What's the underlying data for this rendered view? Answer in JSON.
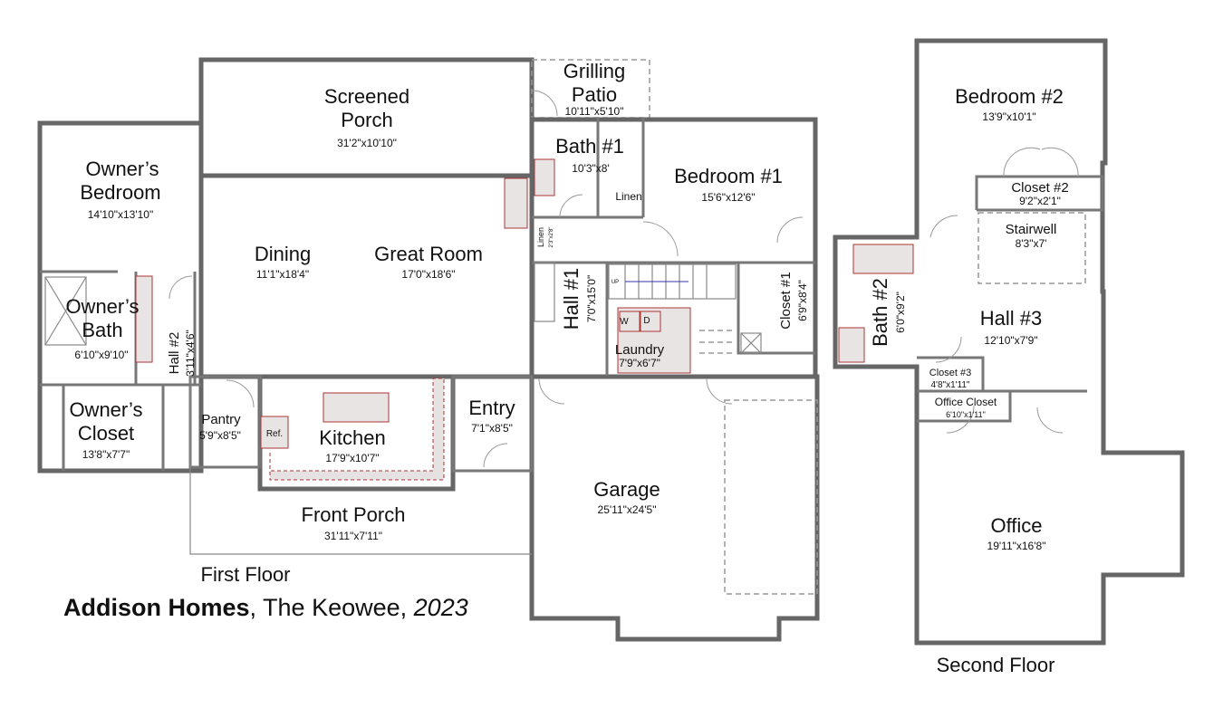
{
  "first_floor": {
    "caption": "First Floor",
    "rooms": {
      "screened_porch": {
        "name_line1": "Screened",
        "name_line2": "Porch",
        "dims": "31'2\"x10'10\""
      },
      "grilling_patio": {
        "name_line1": "Grilling",
        "name_line2": "Patio",
        "dims": "10'11\"x5'10\""
      },
      "owners_bedroom": {
        "name_line1": "Owner’s",
        "name_line2": "Bedroom",
        "dims": "14'10\"x13'10\""
      },
      "dining": {
        "name": "Dining",
        "dims": "11'1\"x18'4\""
      },
      "great_room": {
        "name": "Great Room",
        "dims": "17'0\"x18'6\""
      },
      "owners_bath": {
        "name_line1": "Owner’s",
        "name_line2": "Bath",
        "dims": "6'10\"x9'10\""
      },
      "hall_2": {
        "name": "Hall #2",
        "dims": "3'11\"x4'6\""
      },
      "owners_closet": {
        "name_line1": "Owner’s",
        "name_line2": "Closet",
        "dims": "13'8\"x7'7\""
      },
      "pantry": {
        "name": "Pantry",
        "dims": "5'9\"x8'5\""
      },
      "refrigerator": {
        "label": "Ref."
      },
      "kitchen": {
        "name": "Kitchen",
        "dims": "17'9\"x10'7\""
      },
      "entry": {
        "name": "Entry",
        "dims": "7'1\"x8'5\""
      },
      "front_porch": {
        "name": "Front Porch",
        "dims": "31'11\"x7'11\""
      },
      "bath_1": {
        "name": "Bath #1",
        "dims": "10'3\"x8'"
      },
      "linen_a": {
        "name": "Linen"
      },
      "linen_b": {
        "name": "Linen",
        "dims": "2'3\"x2'8\""
      },
      "bedroom_1": {
        "name": "Bedroom #1",
        "dims": "15'6\"x12'6\""
      },
      "hall_1": {
        "name": "Hall #1",
        "dims": "7'0\"x15'0\""
      },
      "stairs": {
        "label": "UP"
      },
      "laundry": {
        "name": "Laundry",
        "dims": "7'9\"x6'7\"",
        "washer": "W",
        "dryer": "D"
      },
      "closet_1": {
        "name": "Closet #1",
        "dims": "6'9\"x8'4\""
      },
      "garage": {
        "name": "Garage",
        "dims": "25'11\"x24'5\""
      }
    }
  },
  "second_floor": {
    "caption": "Second Floor",
    "rooms": {
      "bedroom_2": {
        "name": "Bedroom #2",
        "dims": "13'9\"x10'1\""
      },
      "closet_2": {
        "name": "Closet #2",
        "dims": "9'2\"x2'1\""
      },
      "stairwell": {
        "name": "Stairwell",
        "dims": "8'3\"x7'"
      },
      "bath_2": {
        "name": "Bath #2",
        "dims": "6'0\"x9'2\""
      },
      "hall_3": {
        "name": "Hall #3",
        "dims": "12'10\"x7'9\""
      },
      "closet_3": {
        "name": "Closet #3",
        "dims": "4'8\"x1'11\""
      },
      "office_closet": {
        "name": "Office Closet",
        "dims": "6'10\"x1'11\""
      },
      "office": {
        "name": "Office",
        "dims": "19'11\"x16'8\""
      }
    }
  },
  "title": {
    "builder": "Addison Homes",
    "separator": ", ",
    "model": "The Keowee, ",
    "year": "2023"
  },
  "colors": {
    "wall": "#666666",
    "fixture_outline": "#aa3333",
    "fixture_fill": "#e9e4e4",
    "stair_arrow": "#3333aa"
  }
}
